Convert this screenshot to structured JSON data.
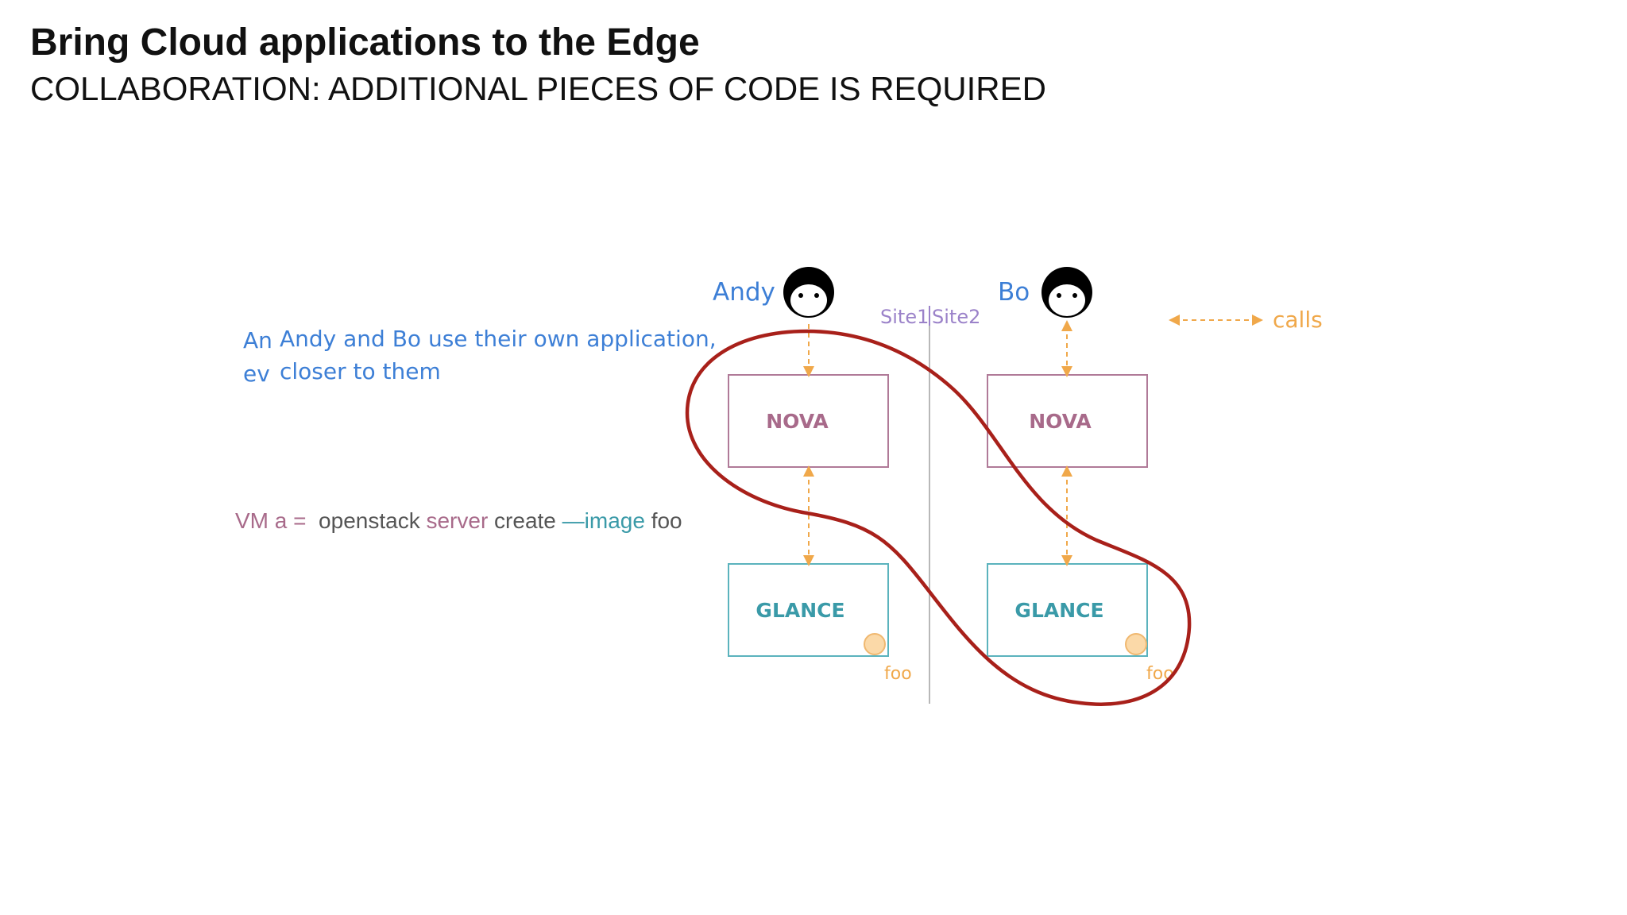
{
  "slide": {
    "title": "Bring Cloud applications to the Edge",
    "subtitle": "COLLABORATION: ADDITIONAL PIECES OF CODE IS REQUIRED"
  },
  "description": {
    "hidden_prefix_1": "An",
    "hidden_prefix_2": "ev",
    "line1": "Andy and Bo use their own application,",
    "line2": "closer to them"
  },
  "command": {
    "vm": "VM a =",
    "openstack": "openstack",
    "server": "server",
    "create": "create",
    "image": "—image",
    "foo": "foo"
  },
  "diagram": {
    "users": [
      {
        "name": "Andy",
        "icon": "person-face-icon"
      },
      {
        "name": "Bo",
        "icon": "person-face-icon"
      }
    ],
    "site1": "Site1",
    "site2": "Site2",
    "nova_label": "NOVA",
    "glance_label": "GLANCE",
    "image_label": "foo",
    "legend_calls": "calls",
    "colors": {
      "highlight_loop": "#a8201a",
      "calls_arrow": "#f0a84a",
      "nova": "#a86a8a",
      "glance": "#3a9aa8",
      "user_name": "#3d7fd6"
    }
  }
}
